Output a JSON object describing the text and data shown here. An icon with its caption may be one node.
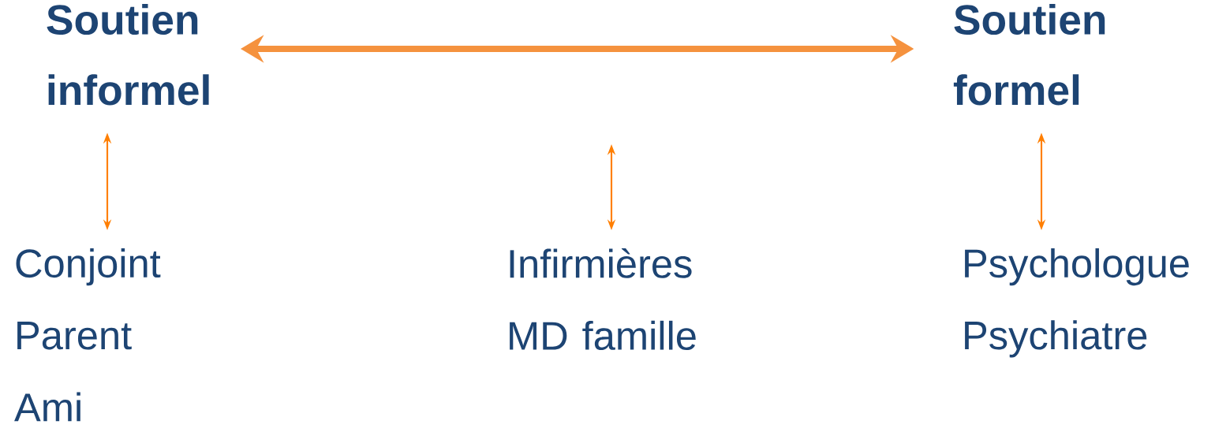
{
  "diagram": {
    "nodes": [
      {
        "text": [
          "Soutien informel"
        ]
      },
      {
        "text": [
          "Soutien formel"
        ]
      },
      {
        "text": [
          "Conjoint",
          "Parent",
          "Ami"
        ]
      },
      {
        "text": [
          "Infirmières",
          "MD famille"
        ]
      },
      {
        "text": [
          "Psychologue",
          "Psychiatre"
        ]
      }
    ],
    "edges": [
      {
        "from": 0,
        "to": 1,
        "arrow": "both",
        "style": "thick",
        "color": "#f5923e"
      },
      {
        "from": 0,
        "to": 2,
        "arrow": "both"
      },
      {
        "from": null,
        "to": 3,
        "arrow": "both"
      },
      {
        "from": 1,
        "to": 4,
        "arrow": "both"
      }
    ]
  }
}
